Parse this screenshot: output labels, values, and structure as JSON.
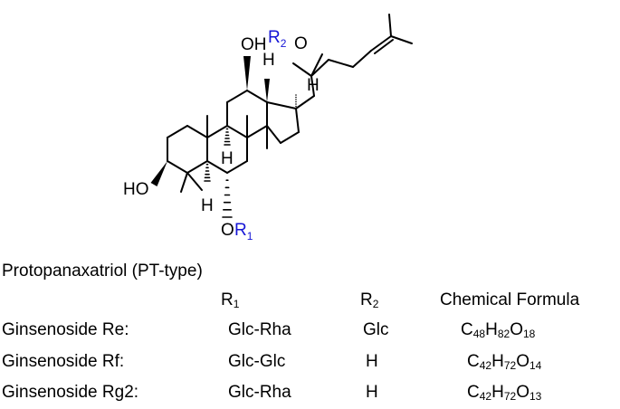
{
  "colors": {
    "ink": "#000000",
    "r_group": "#1515d6"
  },
  "structure": {
    "labels": {
      "oh_12": "OH",
      "r2": "R",
      "r2_sub": "2",
      "o_20": "O",
      "h_13": "H",
      "h_17": "H",
      "ho_3": "HO",
      "h_9": "H",
      "h_5": "H",
      "o_6": "O",
      "r1": "R",
      "r1_sub": "1"
    }
  },
  "table": {
    "title": "Protopanaxatriol (PT-type)",
    "headers": {
      "r1": "R",
      "r1_sub": "1",
      "r2": "R",
      "r2_sub": "2",
      "formula": "Chemical Formula"
    },
    "rows": [
      {
        "name": "Ginsenoside Re:",
        "r1": "Glc-Rha",
        "r2": "Glc",
        "f": [
          {
            "t": "C",
            "s": "48"
          },
          {
            "t": "H",
            "s": "82"
          },
          {
            "t": "O",
            "s": "18"
          }
        ]
      },
      {
        "name": "Ginsenoside Rf:",
        "r1": "Glc-Glc",
        "r2": "H",
        "f": [
          {
            "t": "C",
            "s": "42"
          },
          {
            "t": "H",
            "s": "72"
          },
          {
            "t": "O",
            "s": "14"
          }
        ]
      },
      {
        "name": "Ginsenoside Rg2:",
        "r1": "Glc-Rha",
        "r2": "H",
        "f": [
          {
            "t": "C",
            "s": "42"
          },
          {
            "t": "H",
            "s": "72"
          },
          {
            "t": "O",
            "s": "13"
          }
        ]
      }
    ]
  }
}
